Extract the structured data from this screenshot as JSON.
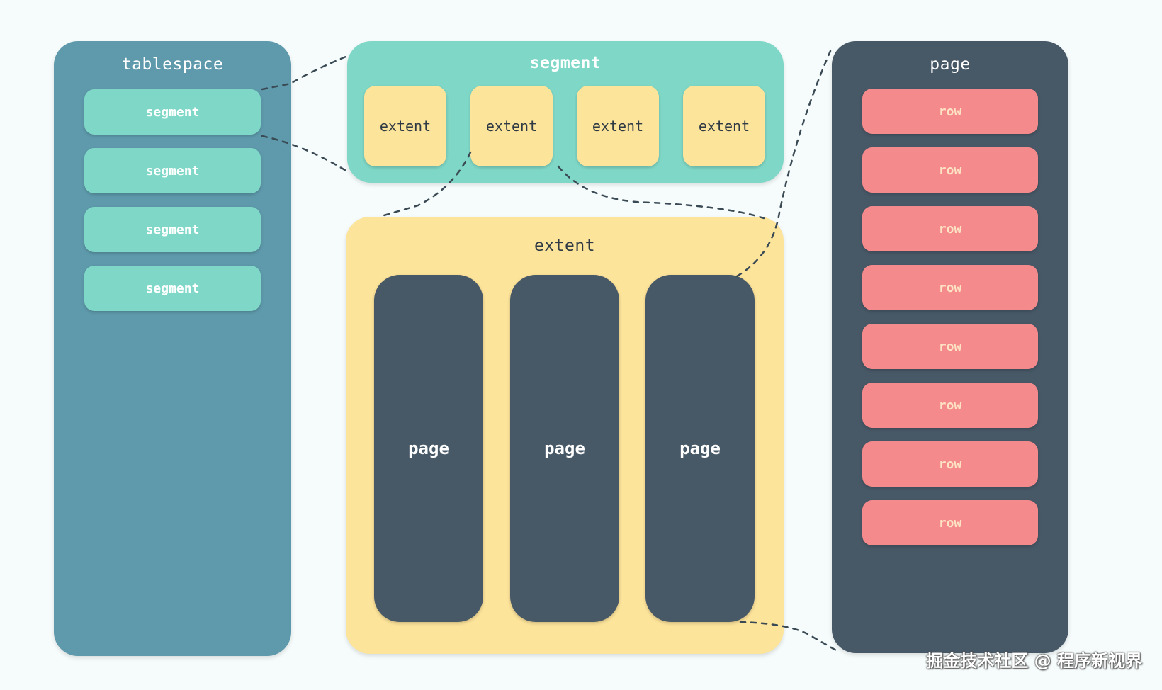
{
  "colors": {
    "tablespace_bg": "#5e9aac",
    "segment_bg": "#7fd8c7",
    "extent_bg": "#fde49b",
    "page_bg": "#475867",
    "row_bg": "#f48a8b",
    "connector": "#3a4a55"
  },
  "tablespace": {
    "title": "tablespace",
    "segments": [
      "segment",
      "segment",
      "segment",
      "segment"
    ]
  },
  "segment_panel": {
    "title": "segment",
    "extents": [
      "extent",
      "extent",
      "extent",
      "extent"
    ]
  },
  "extent_panel": {
    "title": "extent",
    "pages": [
      "page",
      "page",
      "page"
    ]
  },
  "page_panel": {
    "title": "page",
    "rows": [
      "row",
      "row",
      "row",
      "row",
      "row",
      "row",
      "row",
      "row"
    ]
  },
  "watermark": "掘金技术社区 @ 程序新视界"
}
